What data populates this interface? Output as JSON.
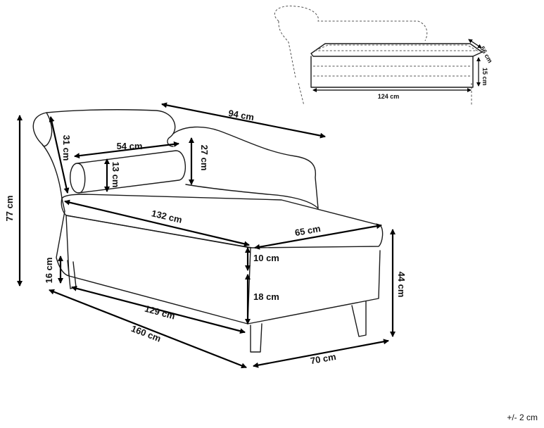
{
  "main_dimensions": {
    "height_total": "77 cm",
    "arm_height": "31 cm",
    "bolster_length": "54 cm",
    "backrest_length": "94 cm",
    "back_height": "27 cm",
    "bolster_diameter": "13 cm",
    "seat_length": "132 cm",
    "seat_depth": "65 cm",
    "cushion_height": "10 cm",
    "base_height": "18 cm",
    "leg_height": "16 cm",
    "overall_seat_height": "44 cm",
    "base_length": "129 cm",
    "total_length": "160 cm",
    "total_depth": "70 cm"
  },
  "storage_dimensions": {
    "depth": "56 cm",
    "height": "15 cm",
    "length": "124 cm"
  },
  "tolerance": "+/- 2 cm"
}
